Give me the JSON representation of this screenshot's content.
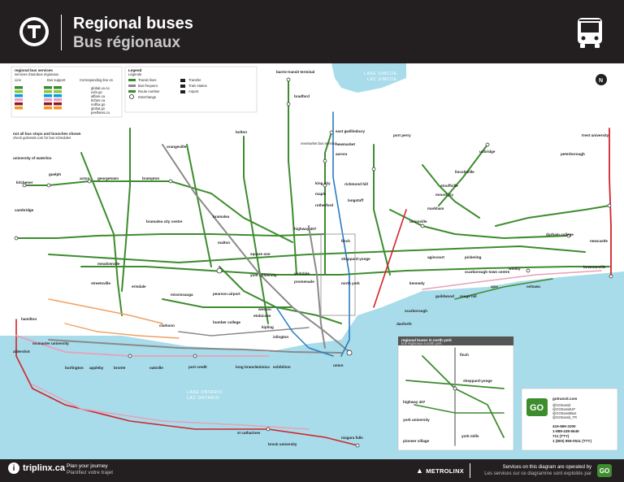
{
  "header": {
    "title_en": "Regional buses",
    "title_fr": "Bus régionaux",
    "logo_icon": "ttc-logo-icon",
    "bus_icon": "bus-icon"
  },
  "legend": {
    "title_en": "regional bus services",
    "title_fr": "services d'autobus régionaux",
    "col1": "Line",
    "col2": "Bus support",
    "col3": "Corresponding line on",
    "route_colors": [
      "#3d8c2e",
      "#8cc63f",
      "#00a0dd",
      "#f49ac1",
      "#8b1a1a",
      "#f7941d"
    ],
    "route_names": [
      "global.uo.ca",
      "exfe.go",
      "allfare.ca",
      "ttcfare.ca",
      "redfax.go",
      "global.go",
      "peelfares.ca"
    ],
    "map_legend_title": "Legend",
    "map_legend_sub": "Légende",
    "legend_items": [
      "Transit lines",
      "Bus frequent",
      "Route number",
      "Interchange",
      "Transfer",
      "Train station",
      "Airport"
    ]
  },
  "info": {
    "heading_en": "not all bus stops and branches shown",
    "heading_fr": "check gotransit.com for bus schedules"
  },
  "map": {
    "lake_simcoe": "LAKE SIMCOE",
    "lake_simcoe_fr": "LAC SIMCOE",
    "lake_ontario": "LAKE ONTARIO",
    "lake_ontario_fr": "LAC ONTARIO",
    "north_arrow": "N",
    "stations": {
      "barrie": "barrie transit terminal",
      "bradford": "bradford",
      "east_gwillimbury": "east gwillimbury",
      "newmarket": "newmarket",
      "aurora": "aurora",
      "king_city": "king city",
      "maple": "maple",
      "rutherford": "rutherford",
      "bolton": "bolton",
      "orangeville": "orangeville",
      "guelph": "guelph",
      "kitchener": "kitchener",
      "waterloo": "university of waterloo",
      "cambridge": "cambridge",
      "acton": "acton",
      "georgetown": "georgetown",
      "brampton": "brampton",
      "bramalea": "bramalea",
      "malton": "malton",
      "pearson": "pearson airport",
      "square_one": "square one",
      "meadowvale": "meadowvale",
      "streetsville": "streetsville",
      "erindale": "erindale",
      "mississauga": "mississauga",
      "clarkson": "clarkson",
      "port_credit": "port credit",
      "long_branch": "long branch",
      "mimico": "mimico",
      "exhibition": "exhibition",
      "union": "union",
      "oakville": "oakville",
      "bronte": "bronte",
      "appleby": "appleby",
      "burlington": "burlington",
      "aldershot": "aldershot",
      "hamilton": "hamilton",
      "mcmaster": "mcmaster university",
      "st_catharines": "st catharines",
      "niagara_falls": "niagara falls",
      "brock": "brock university",
      "york_university": "york university",
      "finch": "finch",
      "yorkdale": "yorkdale",
      "highway_407": "highway 407",
      "richmond_hill": "richmond hill",
      "langstaff": "langstaff",
      "unionville": "unionville",
      "markham": "markham",
      "stouffville": "stouffville",
      "mount_joy": "mount joy",
      "lincolnville": "lincolnville",
      "uxbridge": "uxbridge",
      "port_perry": "port perry",
      "scarborough": "scarborough",
      "agincourt": "agincourt",
      "kennedy": "kennedy",
      "pickering": "pickering",
      "ajax": "ajax",
      "whitby": "whitby",
      "oshawa": "oshawa",
      "durham_college": "durham college",
      "newcastle": "newcastle",
      "bowmanville": "bowmanville",
      "trent": "trent university",
      "peterborough": "peterborough",
      "guildwood": "guildwood",
      "rouge_hill": "rouge hill",
      "danforth": "danforth",
      "sheppard": "sheppard-yonge",
      "north_york": "north york",
      "promenade": "promenade",
      "bramalea_city": "bramalea city centre",
      "humber": "humber college",
      "weston": "weston",
      "etobicoke": "etobicoke",
      "kipling": "kipling",
      "islington": "islington",
      "scarborough_town": "scarborough town centre",
      "newmarket_terminal": "newmarket bus terminal"
    },
    "inset_title": "regional buses in north york",
    "inset_title_fr": "bus régionaux à north york",
    "inset_labels": [
      "finch",
      "sheppard-yonge",
      "york mills",
      "york university",
      "highway 407",
      "pioneer village"
    ]
  },
  "contact": {
    "website": "gotransit.com",
    "social": [
      "@GOtransit",
      "@GOtransitUP",
      "@GOtransitBus",
      "@GOtransit_TR"
    ],
    "phone1": "416-869-3200",
    "phone2": "1-888-438-6646",
    "tty": "711 (TTY)",
    "tty2": "1 (800) 855-0511 (TTY)"
  },
  "footer": {
    "triplinx": "triplinx.ca",
    "plan_en": "Plan your journey",
    "plan_fr": "Planifiez votre trajet",
    "metrolinx": "METROLINX",
    "operated_en": "Services on this diagram are operated by",
    "operated_fr": "Les services sur ce diagramme sont exploités par",
    "go_mark": "GO"
  },
  "colors": {
    "header_bg": "#231f20",
    "lake": "#a8dcea",
    "go_green": "#3d8c2e",
    "line_grey": "#8a8a8a",
    "line_red": "#d2232a",
    "line_pink": "#e8a0b8",
    "line_blue": "#2a7bbf",
    "line_orange": "#f0a060"
  }
}
